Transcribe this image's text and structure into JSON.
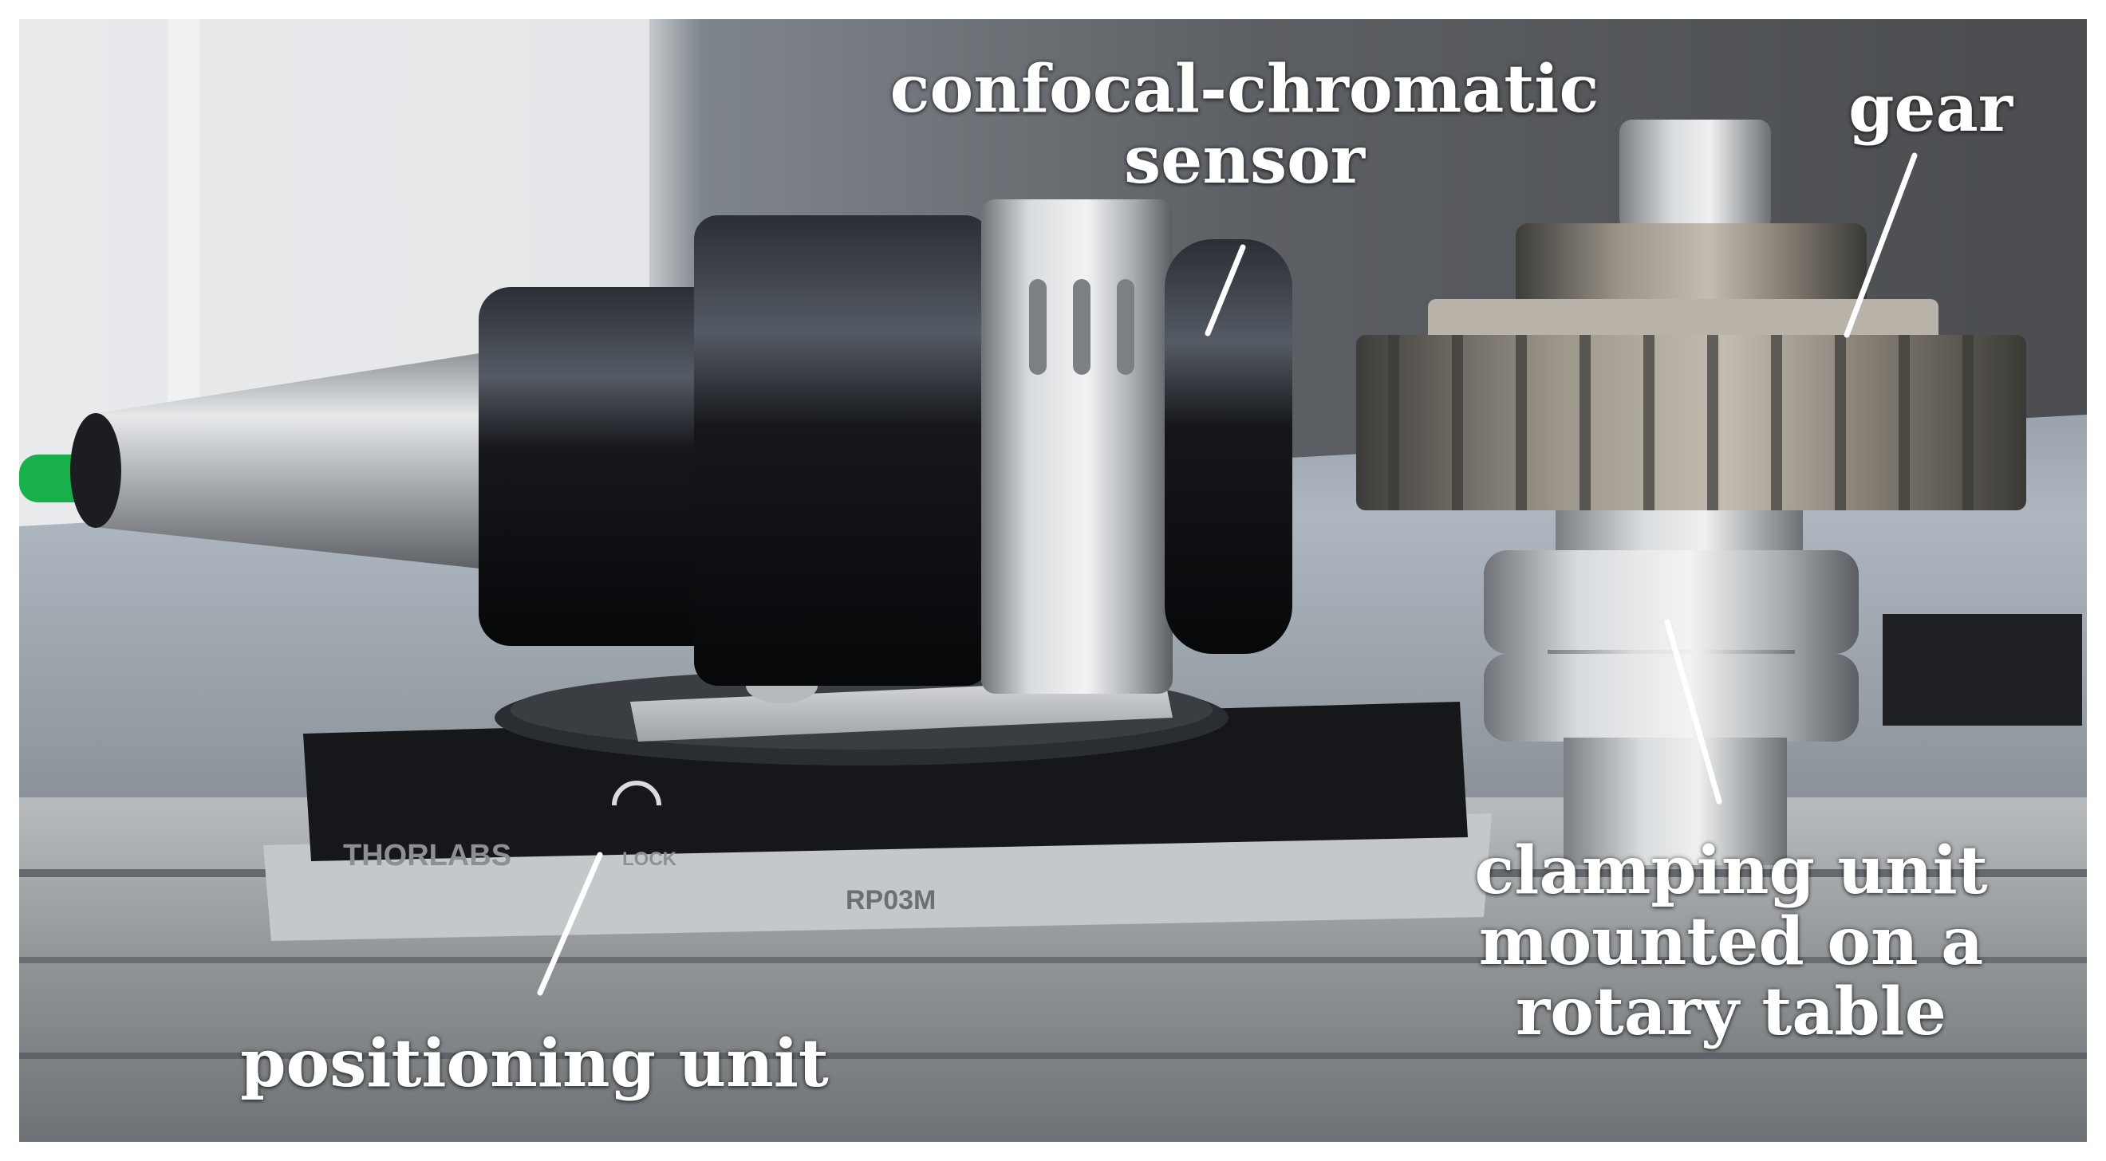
{
  "labels": {
    "sensor": "confocal-chromatic\nsensor",
    "gear": "gear",
    "positioning": "positioning unit",
    "clamping": "clamping unit\nmounted on a\nrotary table"
  },
  "stage_markings": {
    "brand": "THORLABS",
    "lock": "LOCK",
    "model": "RP03M"
  },
  "colors": {
    "background": "#ffffff",
    "label_text": "#ffffff",
    "leader_lines": "#ffffff",
    "sensor_black": "#101216",
    "aluminum": "#c9ccd0",
    "fiber_green": "#17b04a",
    "gear_steel": "#8a8378"
  }
}
